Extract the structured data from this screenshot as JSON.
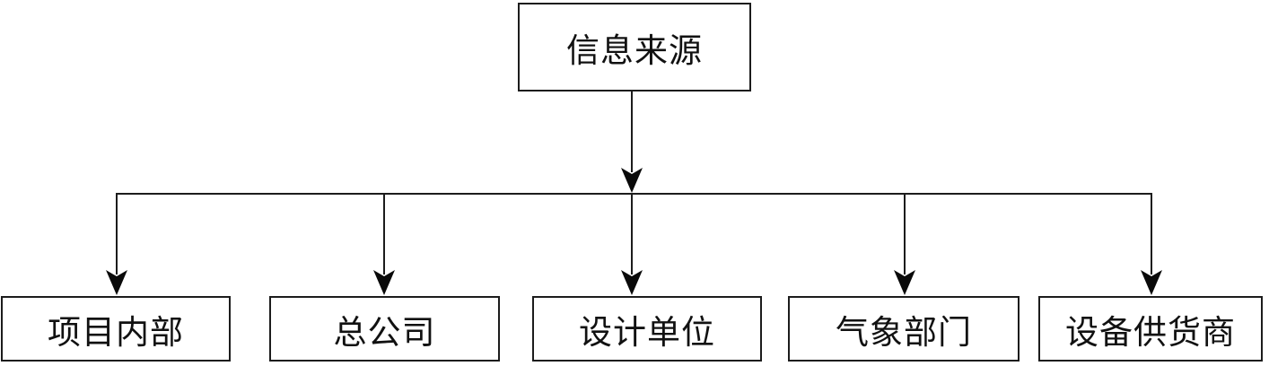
{
  "diagram": {
    "type": "org-chart",
    "root": {
      "label": "信息来源"
    },
    "children": [
      {
        "label": "项目内部"
      },
      {
        "label": "总公司"
      },
      {
        "label": "设计单位"
      },
      {
        "label": "气象部门"
      },
      {
        "label": "设备供货商"
      }
    ],
    "colors": {
      "line": "#1c1c1c",
      "arrow": "#0a0a0a",
      "box_border": "#1c1c1c",
      "background": "#ffffff",
      "text": "#111111"
    }
  }
}
